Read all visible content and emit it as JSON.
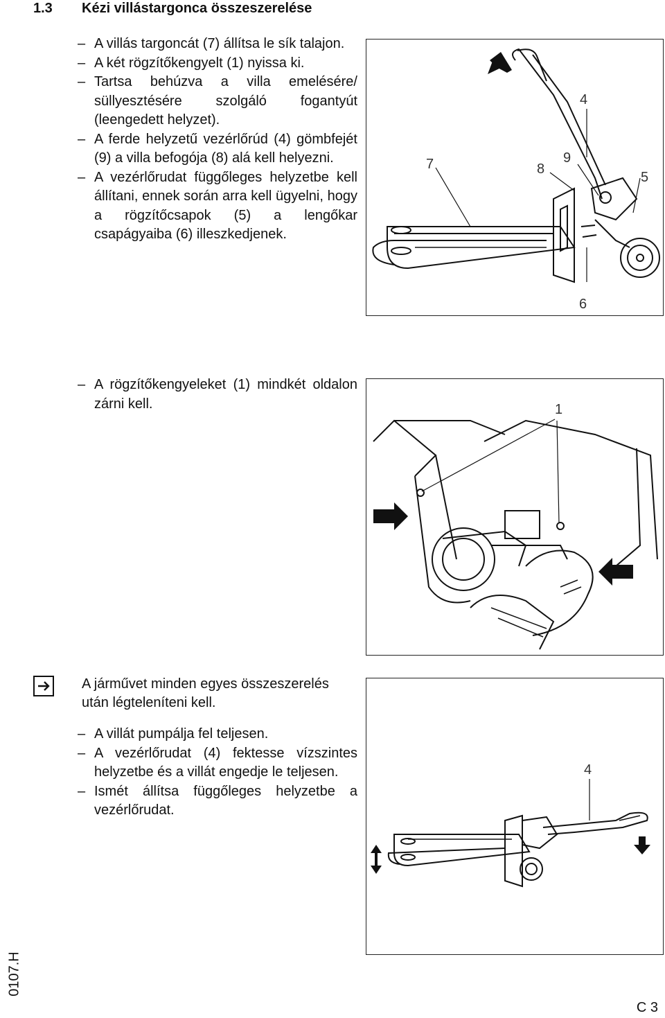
{
  "section": {
    "number": "1.3",
    "title": "Kézi villástargonca összeszerelése"
  },
  "block1": {
    "items": [
      "A villás targoncát (7) állítsa le sík talajon.",
      "A két rögzítőkengyelt (1) nyissa ki.",
      "Tartsa behúzva a villa emelésére/ süllyesztésére szolgáló fogantyút (leengedett helyzet).",
      "A ferde helyzetű vezérlőrúd (4) gömbfejét (9) a villa befogója (8) alá kell helyezni.",
      "A vezérlőrudat függőleges helyzetbe kell állítani, ennek során arra kell ügyelni, hogy a rögzítőcsapok (5) a lengőkar csapágyaiba (6) illeszkedjenek."
    ]
  },
  "figure1": {
    "labels": {
      "l7": "7",
      "l8": "8",
      "l9": "9",
      "l4": "4",
      "l5": "5",
      "l6": "6"
    }
  },
  "block2": {
    "items": [
      "A rögzítőkengyeleket (1) mindkét oldalon zárni kell."
    ]
  },
  "figure2": {
    "labels": {
      "l1": "1"
    }
  },
  "note": {
    "icon": "arrow-right-box-icon",
    "text": "A járművet minden egyes összeszerelés után légteleníteni kell."
  },
  "block3": {
    "items": [
      "A villát pumpálja fel teljesen.",
      "A vezérlőrudat (4) fektesse vízszintes helyzetbe és a villát engedje le teljesen.",
      "Ismét állítsa függőleges helyzetbe a vezérlőrudat."
    ]
  },
  "figure3": {
    "labels": {
      "l4": "4"
    }
  },
  "footer": {
    "doc_code": "0107.H",
    "page": "C 3"
  }
}
